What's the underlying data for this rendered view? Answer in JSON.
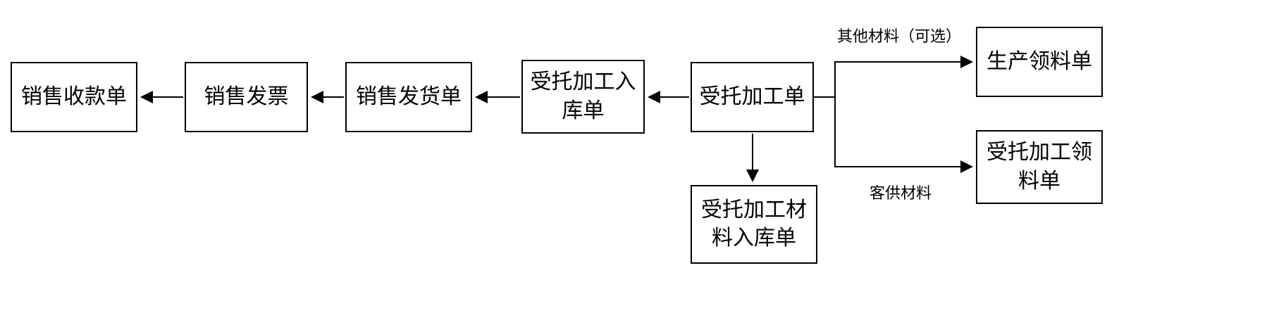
{
  "diagram": {
    "type": "flowchart",
    "nodes": {
      "sales_receipt": {
        "label": "销售收款单"
      },
      "sales_invoice": {
        "label": "销售发票"
      },
      "sales_delivery": {
        "label": "销售发货单"
      },
      "consignment_inbound": {
        "label": "受托加工入库单"
      },
      "consignment_order": {
        "label": "受托加工单"
      },
      "production_requisition": {
        "label": "生产领料单"
      },
      "consignment_requisition": {
        "label": "受托加工领料单"
      },
      "consignment_material_inbound": {
        "label": "受托加工材料入库单"
      }
    },
    "edges": [
      {
        "from": "consignment_order",
        "to": "consignment_inbound",
        "label": ""
      },
      {
        "from": "consignment_inbound",
        "to": "sales_delivery",
        "label": ""
      },
      {
        "from": "sales_delivery",
        "to": "sales_invoice",
        "label": ""
      },
      {
        "from": "sales_invoice",
        "to": "sales_receipt",
        "label": ""
      },
      {
        "from": "consignment_order",
        "to": "consignment_material_inbound",
        "label": ""
      },
      {
        "from": "consignment_order",
        "to": "production_requisition",
        "label": "其他材料（可选）"
      },
      {
        "from": "consignment_order",
        "to": "consignment_requisition",
        "label": "客供材料"
      }
    ],
    "colors": {
      "background": "#ffffff",
      "line": "#000000",
      "box_border": "#000000",
      "text": "#000000"
    }
  }
}
